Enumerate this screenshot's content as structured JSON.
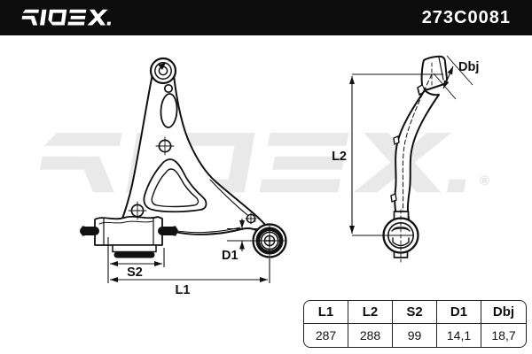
{
  "header": {
    "brand": "RIDEX.",
    "part_number": "273C0081"
  },
  "watermark": {
    "text": "RIDEX",
    "registered_mark": "®"
  },
  "diagram": {
    "description": "Suspension control arm technical drawing, front view and side view",
    "labels": {
      "l1": "L1",
      "l2": "L2",
      "s2": "S2",
      "d1": "D1",
      "dbj": "Dbj"
    }
  },
  "dimensions_table": {
    "columns": [
      "L1",
      "L2",
      "S2",
      "D1",
      "Dbj"
    ],
    "values": [
      "287",
      "288",
      "99",
      "14,1",
      "18,7"
    ]
  },
  "colors": {
    "header_bg": "#0c0c0c",
    "line": "#111111",
    "watermark": "#e9e9e9",
    "background": "#ffffff"
  }
}
